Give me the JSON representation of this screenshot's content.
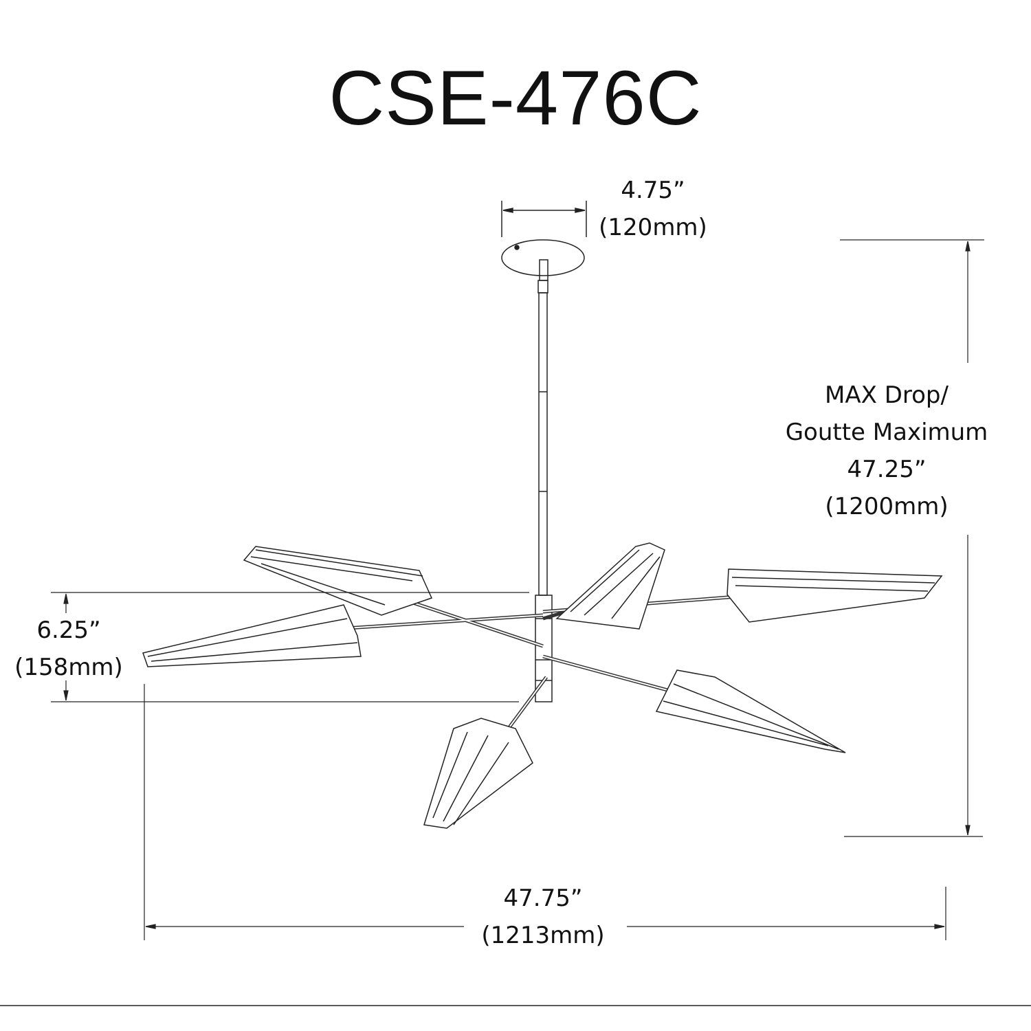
{
  "title": "CSE-476C",
  "dimensions": {
    "canopy_width": {
      "imperial": "4.75”",
      "metric": "(120mm)"
    },
    "max_drop": {
      "label_en": "MAX Drop/",
      "label_fr": "Goutte Maximum",
      "imperial": "47.25”",
      "metric": "(1200mm)"
    },
    "shade_height": {
      "imperial": "6.25”",
      "metric": "(158mm)"
    },
    "overall_width": {
      "imperial": "47.75”",
      "metric": "(1213mm)"
    }
  },
  "colors": {
    "line": "#222222",
    "background": "#ffffff"
  }
}
